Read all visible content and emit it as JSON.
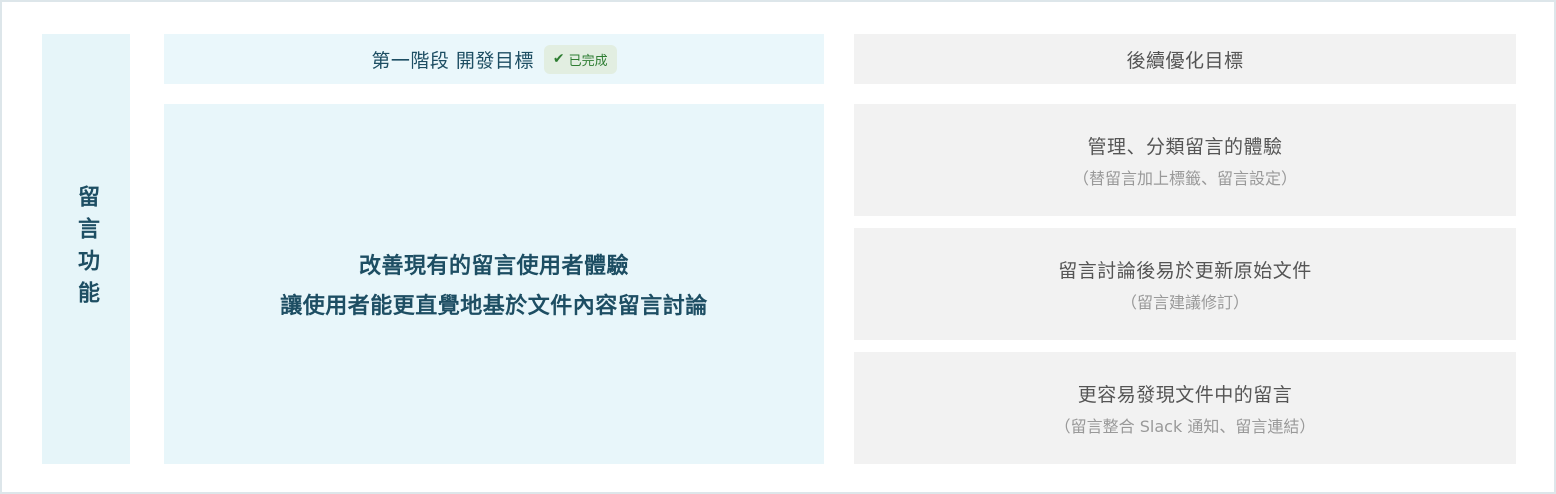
{
  "side_label": "留言功能",
  "phase1": {
    "header_title": "第一階段 開發目標",
    "badge_label": "已完成",
    "body_line1": "改善現有的留言使用者體驗",
    "body_line2": "讓使用者能更直覺地基於文件內容留言討論"
  },
  "future": {
    "header_title": "後續優化目標",
    "items": [
      {
        "main": "管理、分類留言的體驗",
        "sub": "（替留言加上標籤、留言設定）"
      },
      {
        "main": "留言討論後易於更新原始文件",
        "sub": "（留言建議修訂）"
      },
      {
        "main": "更容易發現文件中的留言",
        "sub": "（留言整合 Slack 通知、留言連結）"
      }
    ]
  },
  "colors": {
    "phase1_bg": "#e8f6fa",
    "future_bg": "#f2f2f2",
    "primary_text": "#1d4e63",
    "badge_green": "#2e7d32"
  }
}
